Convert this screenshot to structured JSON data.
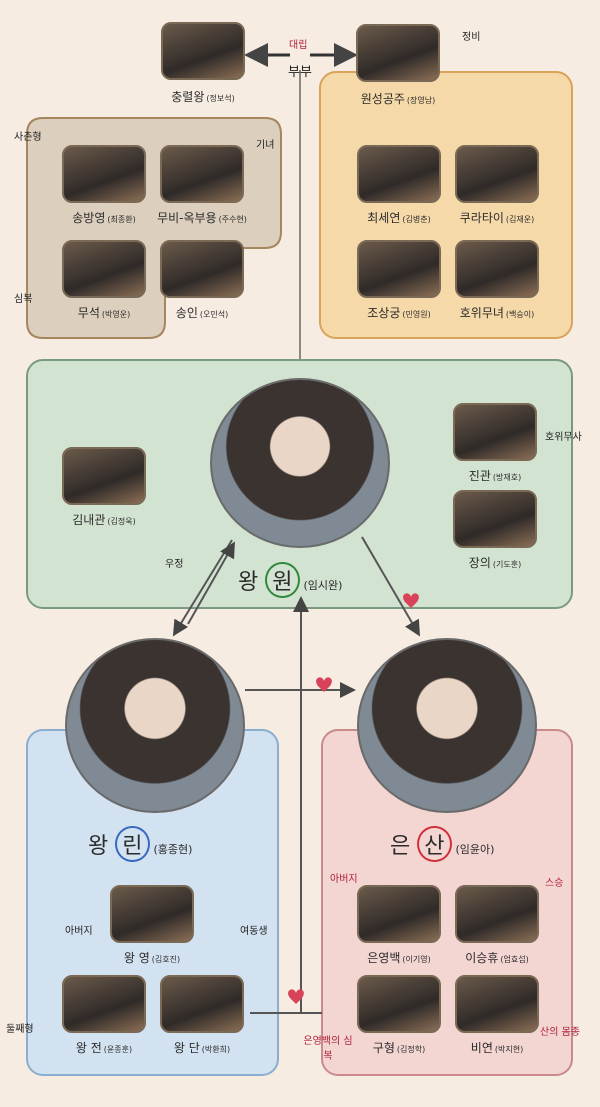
{
  "top": {
    "king": {
      "name": "충렬왕",
      "actor": "(정보석)"
    },
    "queen": {
      "name": "원성공주",
      "actor": "(장영남)"
    },
    "conflict_label": "대립",
    "couple_label": "부부",
    "queen_note": "정비"
  },
  "song_group": {
    "members": [
      {
        "name": "송방영",
        "actor": "(최종환)"
      },
      {
        "name": "무비-옥부용",
        "actor": "(주수현)"
      },
      {
        "name": "무석",
        "actor": "(박영운)"
      },
      {
        "name": "송인",
        "actor": "(오민석)"
      }
    ],
    "notes": [
      "사촌형",
      "기녀",
      "심복"
    ]
  },
  "queen_group": {
    "members": [
      {
        "name": "최세연",
        "actor": "(김병춘)"
      },
      {
        "name": "쿠라타이",
        "actor": "(김재운)"
      },
      {
        "name": "조상궁",
        "actor": "(민영원)"
      },
      {
        "name": "호위무녀",
        "actor": "(백승이)"
      }
    ]
  },
  "won_group": {
    "lead": {
      "family": "왕",
      "name": "원",
      "actor": "(임시완)"
    },
    "members": [
      {
        "name": "김내관",
        "actor": "(김정욱)"
      },
      {
        "name": "진관",
        "actor": "(방재호)"
      },
      {
        "name": "장의",
        "actor": "(기도훈)"
      }
    ],
    "notes": [
      "호위무사",
      "우정"
    ]
  },
  "rin_group": {
    "lead": {
      "family": "왕",
      "name": "린",
      "actor": "(홍종현)"
    },
    "members": [
      {
        "name": "왕 영",
        "actor": "(김호진)"
      },
      {
        "name": "왕 전",
        "actor": "(윤종훈)"
      },
      {
        "name": "왕 단",
        "actor": "(박환희)"
      }
    ],
    "notes": [
      "아버지",
      "둘째형",
      "여동생"
    ]
  },
  "san_group": {
    "lead": {
      "family": "은",
      "name": "산",
      "actor": "(임윤아)"
    },
    "members": [
      {
        "name": "은영백",
        "actor": "(이기영)"
      },
      {
        "name": "이승휴",
        "actor": "(엄효섭)"
      },
      {
        "name": "구형",
        "actor": "(김정학)"
      },
      {
        "name": "비연",
        "actor": "(박지현)"
      }
    ],
    "notes": [
      "아버지",
      "스승",
      "은영백의 심복",
      "산의 몸종"
    ]
  },
  "colors": {
    "brown_box": "#dccfbd",
    "orange_box": "#f6d9a9",
    "green_box": "#d3e3d1",
    "blue_box": "#d2e2f0",
    "pink_box": "#f3d5d2",
    "heart": "#d9435a",
    "won_ring": "#2e8a3a",
    "rin_ring": "#3a68c0",
    "san_ring": "#d0303c"
  }
}
